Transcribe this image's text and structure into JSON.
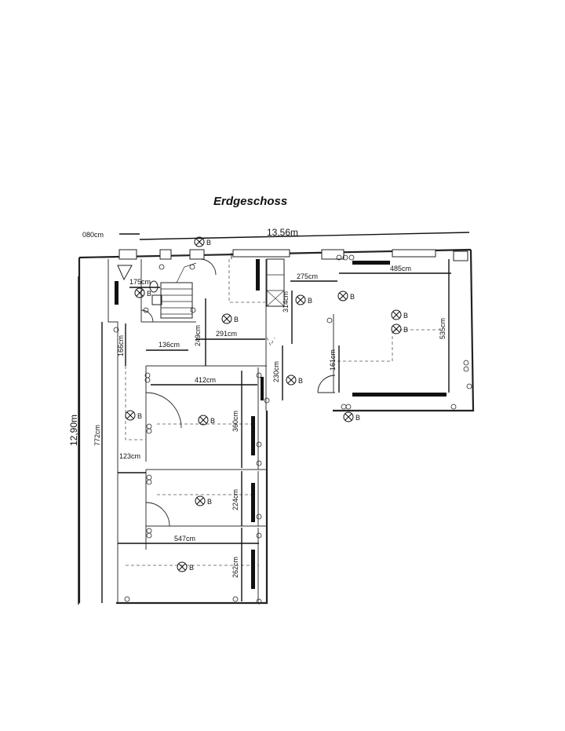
{
  "title": "Erdgeschoss",
  "dimensions": {
    "total_width": "13,56m",
    "total_height": "12,90m",
    "d080": "080cm",
    "d175": "175cm",
    "d275": "275cm",
    "d485": "485cm",
    "d314": "314cm",
    "d535": "535cm",
    "d291": "291cm",
    "d249": "249cm",
    "d136": "136cm",
    "d166": "166cm",
    "d161": "161cm",
    "d230": "230cm",
    "d412": "412cm",
    "d360": "360cm",
    "d772": "772cm",
    "d123": "123cm",
    "d224": "224cm",
    "d547": "547cm",
    "d262": "262cm"
  },
  "lamp_label": "B"
}
